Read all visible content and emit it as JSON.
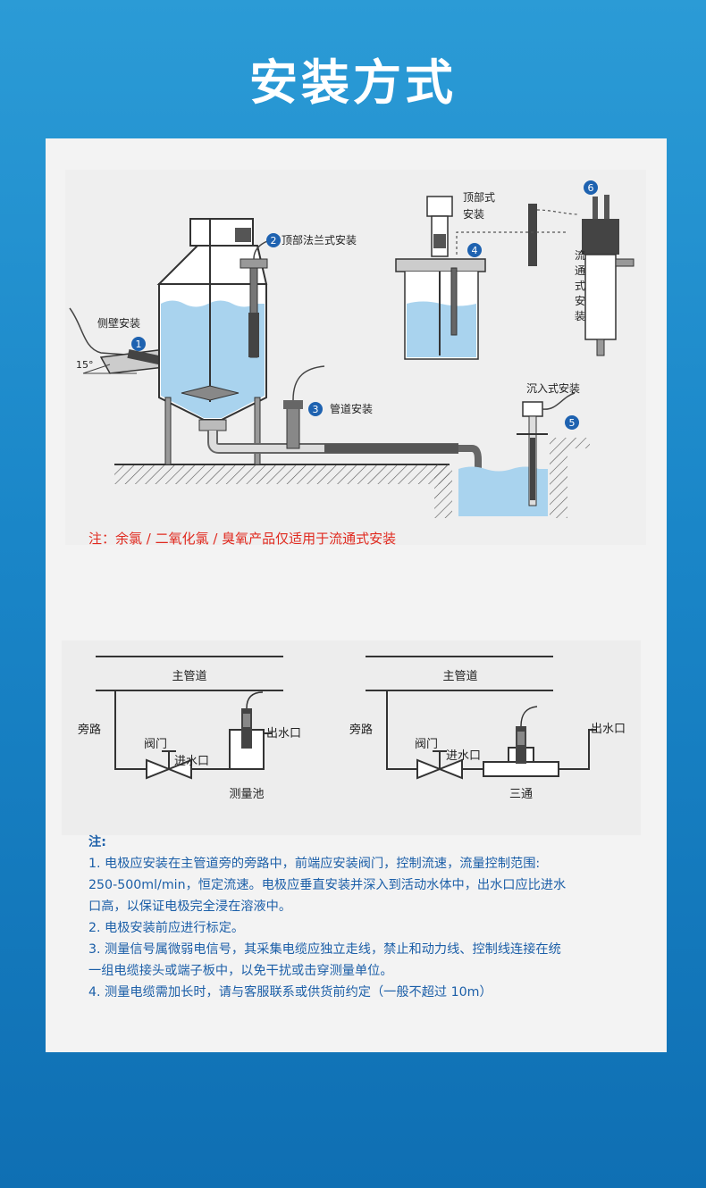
{
  "title": "安装方式",
  "diagram_top": {
    "labels": {
      "side_wall": "侧壁安装",
      "angle": "15°",
      "top_flange": "顶部法兰式安装",
      "pipe": "管道安装",
      "top": "顶部式安装",
      "top_line1": "顶部式",
      "top_line2": "安装",
      "immersion": "沉入式安装",
      "flow_through": "流通式安装",
      "flow_chars": [
        "流",
        "通",
        "式",
        "安",
        "装"
      ]
    },
    "badges": [
      "1",
      "2",
      "3",
      "4",
      "5",
      "6"
    ]
  },
  "warning": "注：余氯 / 二氧化氯 / 臭氧产品仅适用于流通式安装",
  "diagram_bottom": {
    "left": {
      "main_pipe": "主管道",
      "bypass": "旁路",
      "valve": "阀门",
      "inlet": "进水口",
      "outlet": "出水口",
      "cell": "测量池"
    },
    "right": {
      "main_pipe": "主管道",
      "bypass": "旁路",
      "valve": "阀门",
      "inlet": "进水口",
      "outlet": "出水口",
      "tee": "三通"
    }
  },
  "notes": {
    "heading": "注:",
    "lines": [
      "1. 电极应安装在主管道旁的旁路中，前端应安装阀门，控制流速，流量控制范围:",
      "250-500ml/min，恒定流速。电极应垂直安装并深入到活动水体中，出水口应比进水",
      "口高，以保证电极完全浸在溶液中。",
      "2. 电极安装前应进行标定。",
      "3. 测量信号属微弱电信号，其采集电缆应独立走线，禁止和动力线、控制线连接在统",
      "一组电缆接头或端子板中，以免干扰或击穿测量单位。",
      "4. 测量电缆需加长时，请与客服联系或供货前约定（一般不超过 10m）"
    ]
  },
  "colors": {
    "badge": "#1e62b0",
    "water": "#a9d3ee",
    "warning": "#e02a1f",
    "notes": "#1c5fa8"
  }
}
